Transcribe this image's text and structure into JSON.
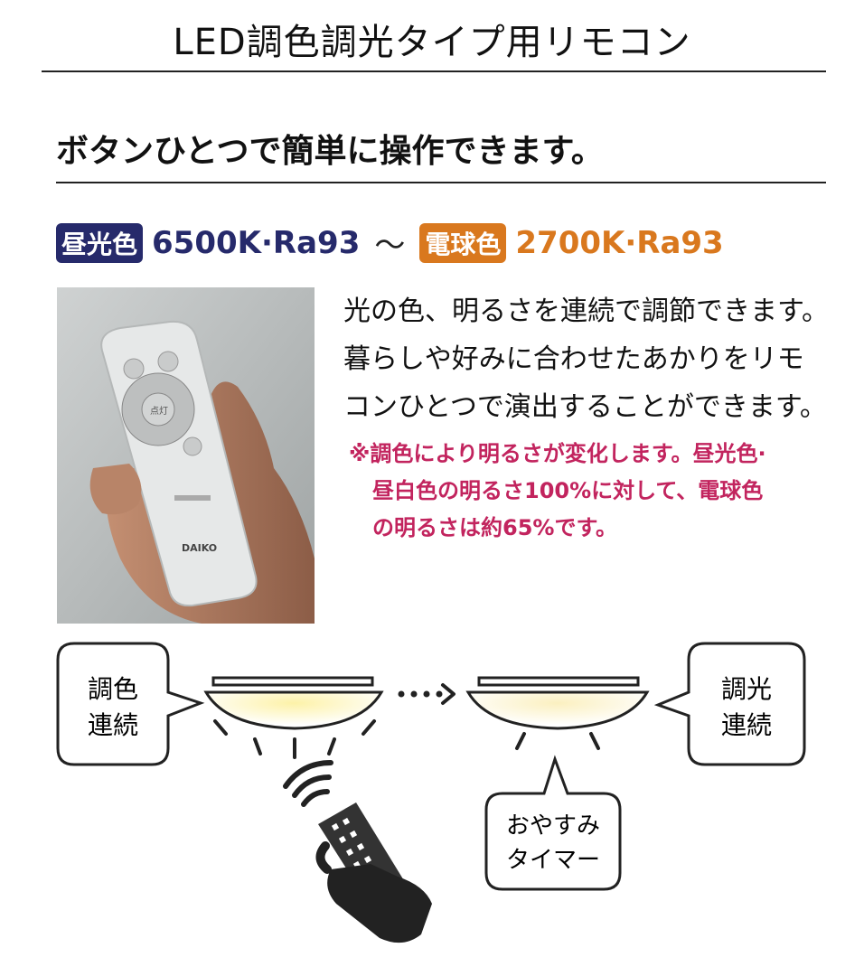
{
  "title": "LED調色調光タイプ用リモコン",
  "subtitle": "ボタンひとつで簡単に操作できます。",
  "spec": {
    "daylight_badge": "昼光色",
    "daylight_value": "6500K·Ra93",
    "tilde": "～",
    "bulb_badge": "電球色",
    "bulb_value": "2700K·Ra93",
    "daylight_color": "#262a6b",
    "bulb_color": "#d9781e"
  },
  "description": {
    "line1": "光の色、明るさを連続で調節できます。",
    "line2": "暮らしや好みに合わせたあかりをリモ",
    "line3": "コンひとつで演出することができます。"
  },
  "note": {
    "line1": "※調色により明るさが変化します。昼光色·",
    "line2": "昼白色の明るさ100%に対して、電球色",
    "line3": "の明るさは約65%です。",
    "color": "#c2245e"
  },
  "photo": {
    "remote_button_center": "点灯",
    "remote_brand": "DAIKO"
  },
  "diagram": {
    "left_bubble": {
      "line1": "調色",
      "line2": "連続"
    },
    "right_bubble": {
      "line1": "調光",
      "line2": "連続"
    },
    "timer_bubble": {
      "line1": "おやすみ",
      "line2": "タイマー"
    }
  }
}
